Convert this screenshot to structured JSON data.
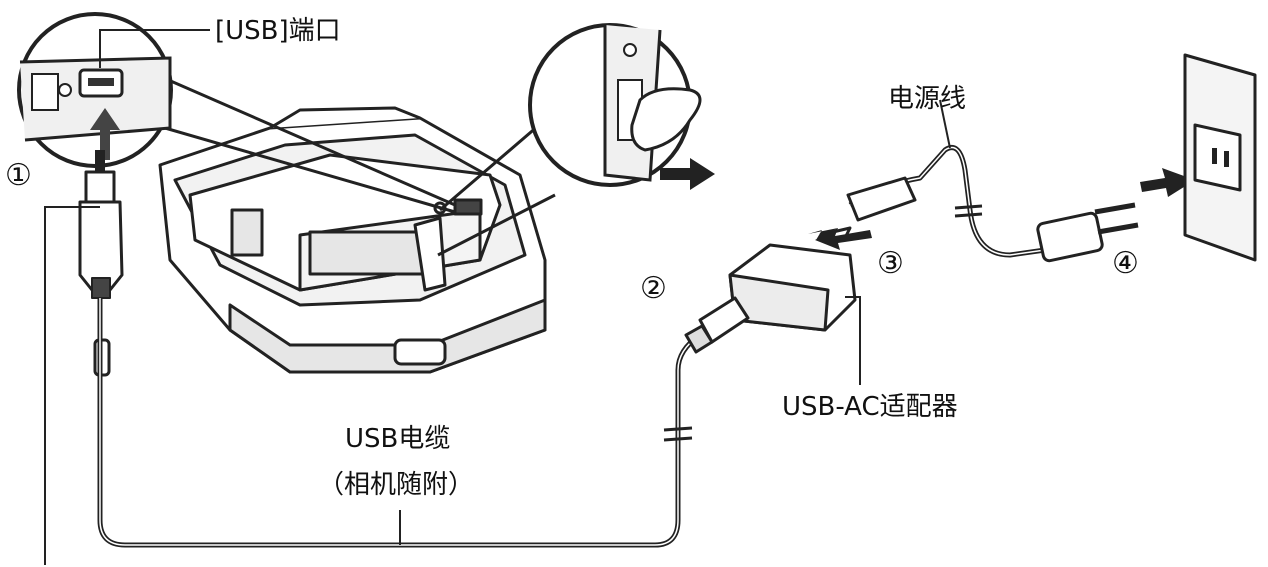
{
  "labels": {
    "usb_port": "[USB]端口",
    "power_cord": "电源线",
    "adapter": "USB-AC适配器",
    "usb_cable": "USB电缆",
    "usb_cable_note": "（相机随附）"
  },
  "steps": [
    "①",
    "②",
    "③",
    "④"
  ],
  "colors": {
    "line": "#222222",
    "fill": "#ffffff",
    "shade": "#e6e6e6",
    "dark": "#444444"
  }
}
